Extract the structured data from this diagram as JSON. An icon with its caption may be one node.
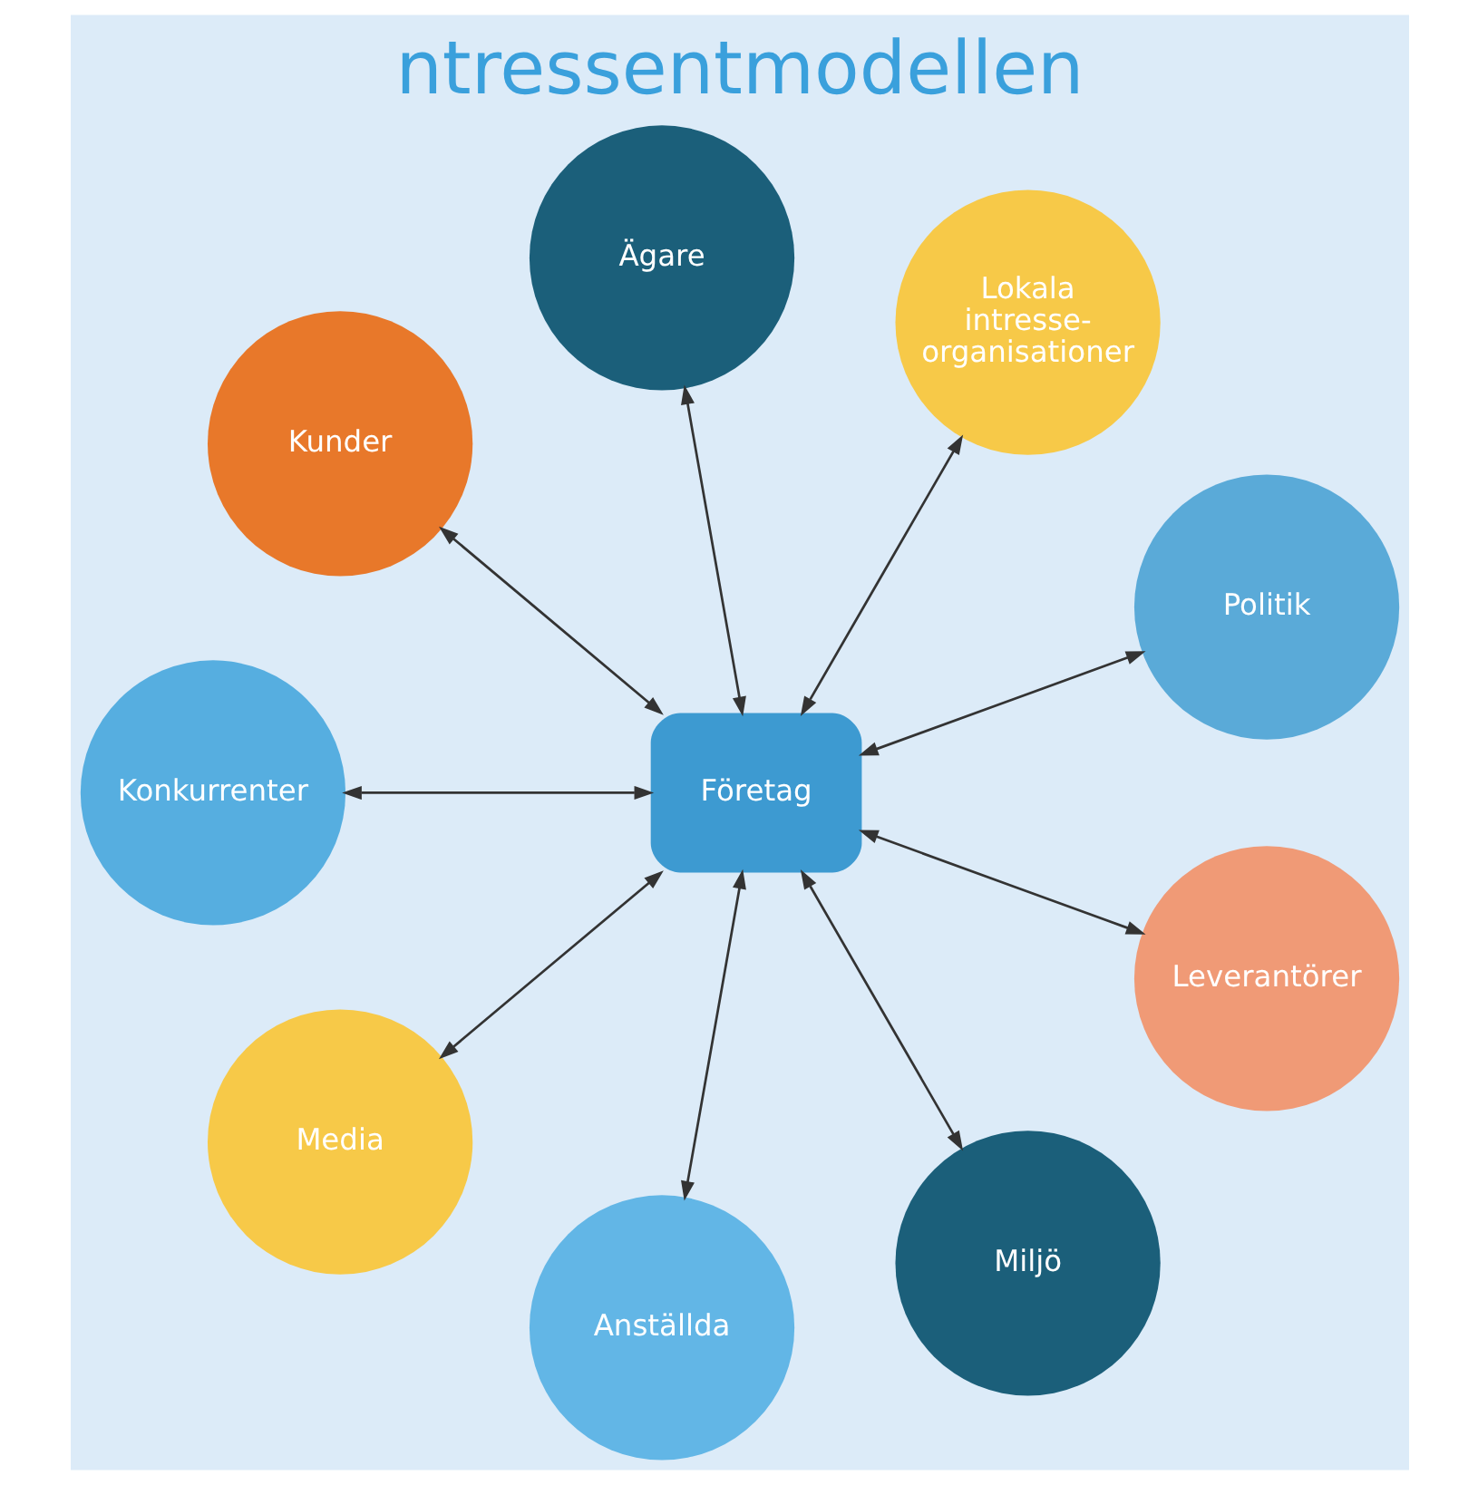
{
  "diagram": {
    "title": "ntressentmodellen",
    "nodes": [
      {
        "text": [
          "Företag"
        ]
      },
      {
        "text": [
          "Politik"
        ]
      },
      {
        "text": [
          "Lokala intresse- organisationer"
        ]
      },
      {
        "text": [
          "Ägare"
        ]
      },
      {
        "text": [
          "Kunder"
        ]
      },
      {
        "text": [
          "Konkurrenter"
        ]
      },
      {
        "text": [
          "Media"
        ]
      },
      {
        "text": [
          "Anställda"
        ]
      },
      {
        "text": [
          "Miljö"
        ]
      },
      {
        "text": [
          "Leverantörer"
        ]
      }
    ],
    "edges": [
      {
        "from": 0,
        "to": 1,
        "arrow": "both"
      },
      {
        "from": 0,
        "to": 2,
        "arrow": "both"
      },
      {
        "from": 0,
        "to": 3,
        "arrow": "both"
      },
      {
        "from": 0,
        "to": 4,
        "arrow": "both"
      },
      {
        "from": 0,
        "to": 5,
        "arrow": "both"
      },
      {
        "from": 0,
        "to": 6,
        "arrow": "both"
      },
      {
        "from": 0,
        "to": 7,
        "arrow": "both"
      },
      {
        "from": 0,
        "to": 8,
        "arrow": "both"
      },
      {
        "from": 0,
        "to": 9,
        "arrow": "both"
      }
    ]
  }
}
